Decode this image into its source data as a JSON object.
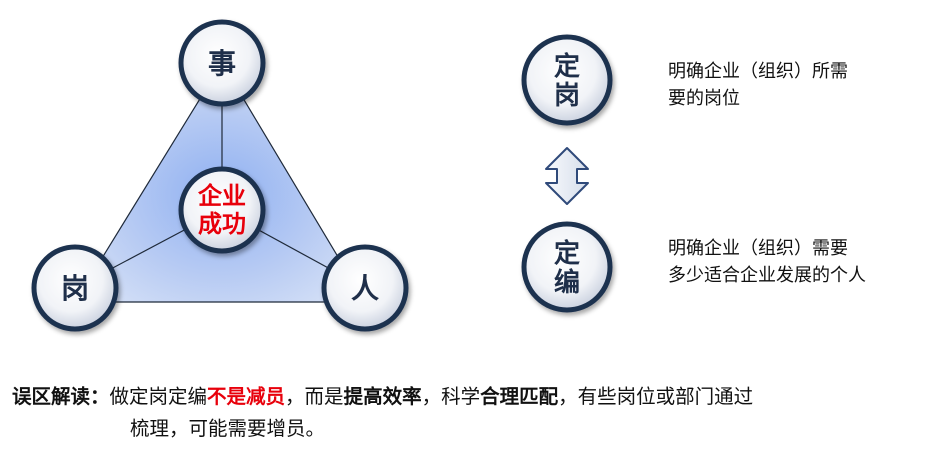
{
  "triangle": {
    "top": "事",
    "left": "岗",
    "right": "人",
    "center": [
      "企业",
      "成功"
    ]
  },
  "right_panel": {
    "node1": [
      "定",
      "岗"
    ],
    "node2": [
      "定",
      "编"
    ],
    "desc1": [
      "明确企业（组织）所需",
      "要的岗位"
    ],
    "desc2": [
      "明确企业（组织）需要",
      "多少适合企业发展的个人"
    ]
  },
  "note": {
    "label": "误区解读：",
    "part1": "做定岗定编",
    "red1": "不是减员",
    "part2": "，而是",
    "bold1": "提高效率",
    "part3": "，科学",
    "bold2": "合理匹配",
    "part4": "，有些岗位或部门通过",
    "line2": "梳理，可能需要增员。"
  },
  "colors": {
    "node_fill_center": "#ffffff",
    "node_fill_edge": "#c9d1de",
    "node_stroke": "#1f3150",
    "triangle_fill": "#b7c9f0",
    "arrow_fill": "#e9eef6",
    "arrow_stroke": "#2f4a7a",
    "accent_red": "#e8000b"
  }
}
